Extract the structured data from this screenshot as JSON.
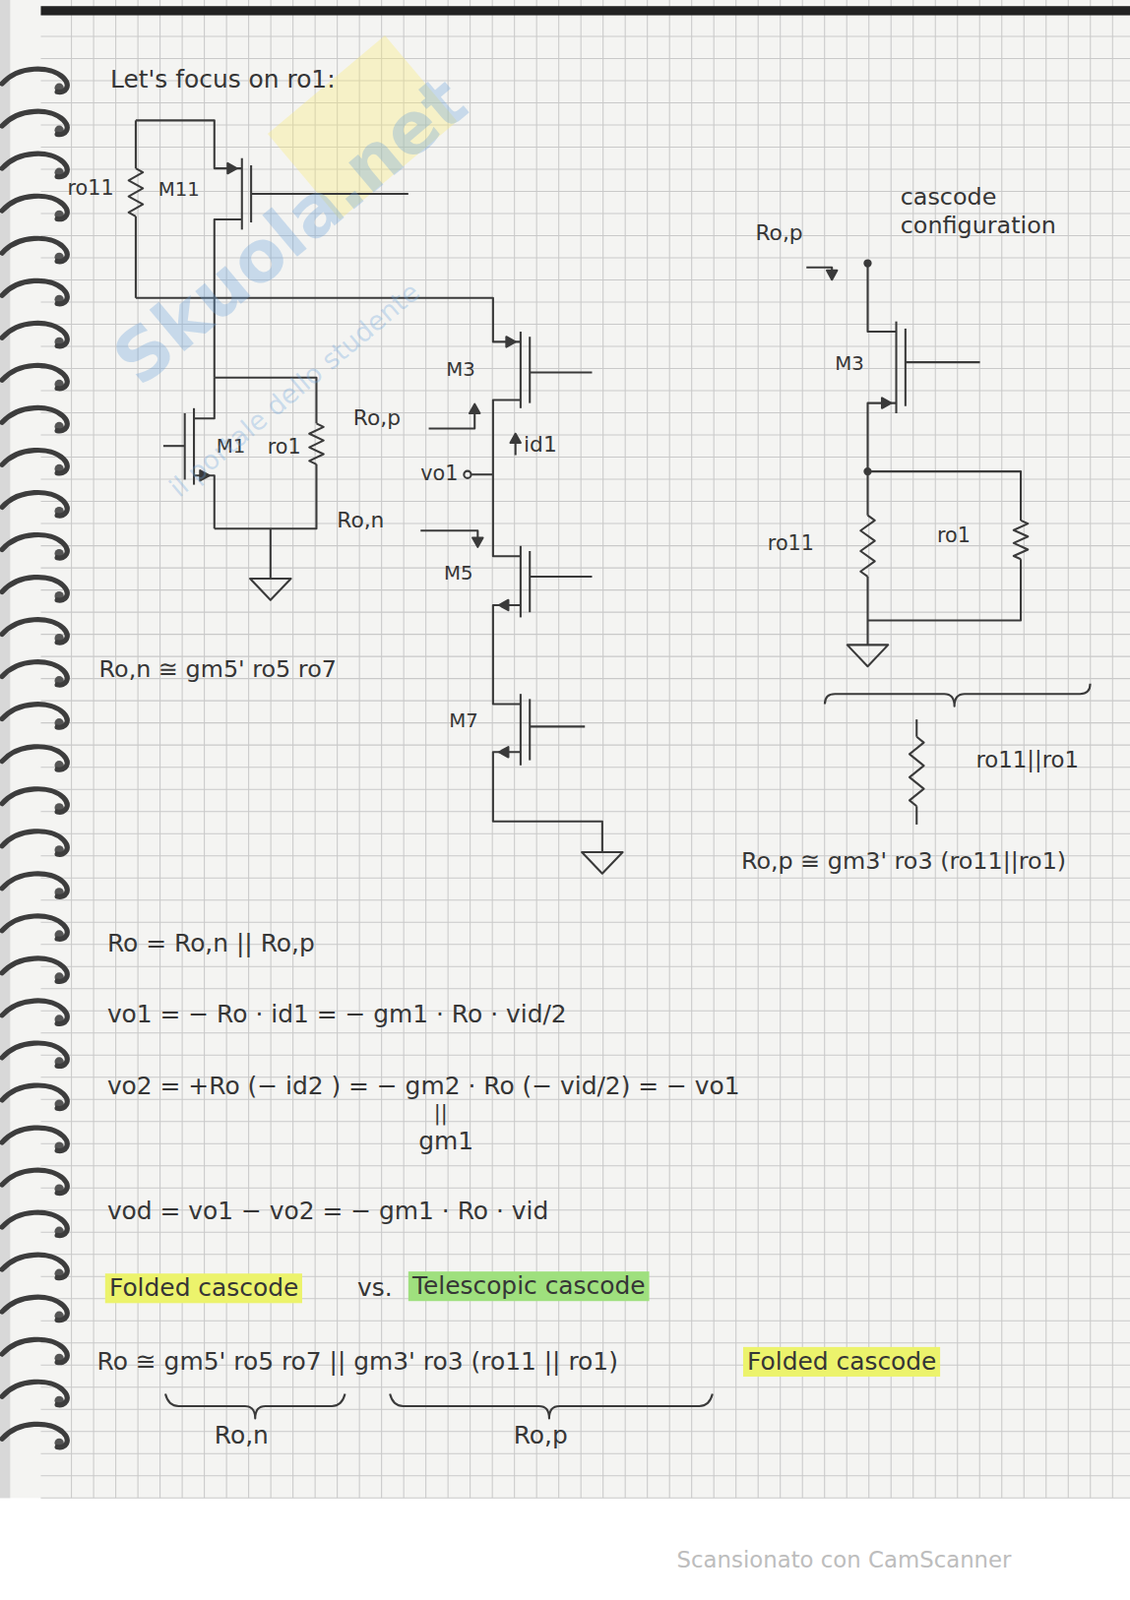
{
  "diagram": {
    "labels": [
      "Let's focus on ro1:",
      "ro11",
      "M11",
      "M3",
      "Ro,p",
      "id1",
      "vo1",
      "M1",
      "ro1",
      "Ro,n",
      "M5",
      "M7",
      "Ro,n ≅ gm5' ro5 ro7",
      "cascode configuration",
      "Ro,p",
      "M3",
      "ro11",
      "ro1",
      "ro11||ro1",
      "Ro,p ≅ gm3' ro3 (ro11||ro1)",
      "Ro = Ro,n || Ro,p",
      "vo1 = − Ro · id1 = − gm1 · Ro · vid/2",
      "vo2 = +Ro (− id2 ) = − gm2 · Ro (− vid/2) = − vo1",
      "||",
      "gm1",
      "vod = vo1 − vo2 = − gm1 · Ro · vid",
      "Folded cascode",
      "vs.",
      "Telescopic cascode",
      "Ro ≅ gm5' ro5 ro7 || gm3' ro3 (ro11 || ro1)",
      "Folded cascode",
      "Ro,n",
      "Ro,p",
      "Skuola.net",
      "il portale dello studente",
      "Scansionato con CamScanner"
    ]
  }
}
